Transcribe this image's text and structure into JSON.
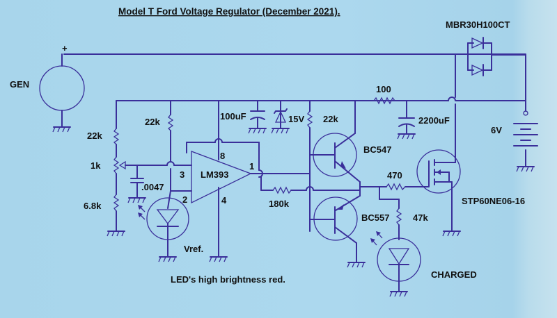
{
  "title": "Model T Ford Voltage Regulator (December 2021).",
  "colors": {
    "paper": "#a9d6ec",
    "ink": "#3a2f9a",
    "text": "#111111"
  },
  "labels": {
    "gen": "GEN",
    "plus": "+",
    "diode_part": "MBR30H100CT",
    "r_pot_top": "22k",
    "r_pot": "1k",
    "r_pot_bottom": "6.8k",
    "cap_small": ".0047",
    "r_pullup": "22k",
    "cap_100": "100uF",
    "zener": "15V",
    "r_bias": "22k",
    "r_100": "100",
    "cap_2200": "2200uF",
    "battery": "6V",
    "comparator": "LM393",
    "pin3": "3",
    "pin2": "2",
    "pin8": "8",
    "pin1": "1",
    "pin4": "4",
    "r_feedback": "180k",
    "npn": "BC547",
    "pnp": "BC557",
    "r_gate": "470",
    "r_led": "47k",
    "mosfet": "STP60NE06-16",
    "vref": "Vref.",
    "charged": "CHARGED",
    "note": "LED's high brightness red."
  }
}
